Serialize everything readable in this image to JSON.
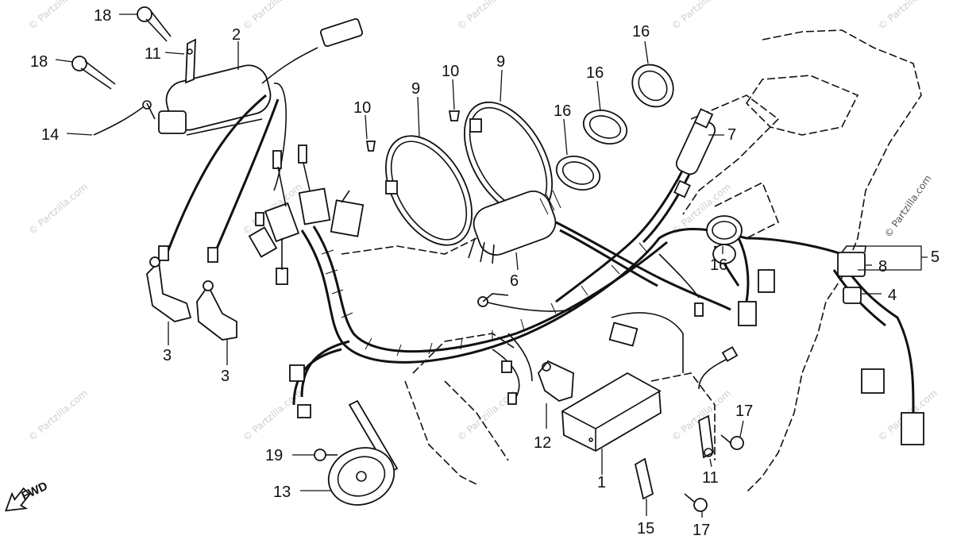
{
  "watermark": "© Partzilla.com",
  "direction_label": "FWD",
  "callouts": [
    {
      "id": "c18a",
      "text": "18"
    },
    {
      "id": "c18b",
      "text": "18"
    },
    {
      "id": "c2",
      "text": "2"
    },
    {
      "id": "c11a",
      "text": "11"
    },
    {
      "id": "c14",
      "text": "14"
    },
    {
      "id": "c3a",
      "text": "3"
    },
    {
      "id": "c3b",
      "text": "3"
    },
    {
      "id": "c10a",
      "text": "10"
    },
    {
      "id": "c9a",
      "text": "9"
    },
    {
      "id": "c10b",
      "text": "10"
    },
    {
      "id": "c9b",
      "text": "9"
    },
    {
      "id": "c16a",
      "text": "16"
    },
    {
      "id": "c16b",
      "text": "16"
    },
    {
      "id": "c16c",
      "text": "16"
    },
    {
      "id": "c7",
      "text": "7"
    },
    {
      "id": "c6",
      "text": "6"
    },
    {
      "id": "c16d",
      "text": "16"
    },
    {
      "id": "c8",
      "text": "8"
    },
    {
      "id": "c5",
      "text": "5"
    },
    {
      "id": "c4",
      "text": "4"
    },
    {
      "id": "c12",
      "text": "12"
    },
    {
      "id": "c1",
      "text": "1"
    },
    {
      "id": "c17a",
      "text": "17"
    },
    {
      "id": "c11b",
      "text": "11"
    },
    {
      "id": "c19",
      "text": "19"
    },
    {
      "id": "c13",
      "text": "13"
    },
    {
      "id": "c15",
      "text": "15"
    },
    {
      "id": "c17b",
      "text": "17"
    }
  ]
}
